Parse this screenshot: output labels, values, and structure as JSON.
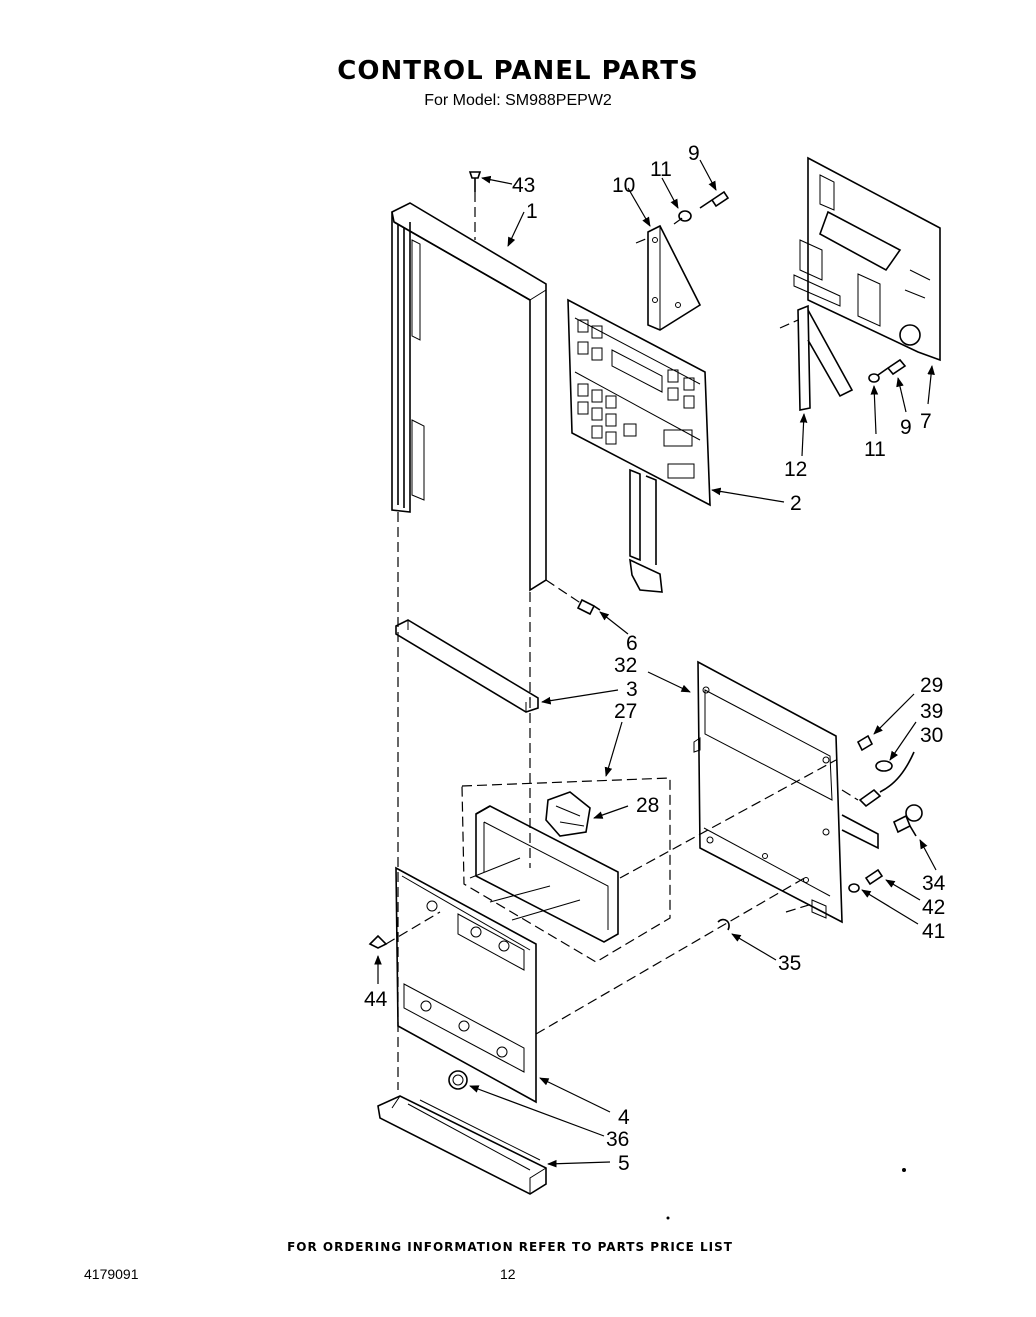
{
  "page": {
    "title": "CONTROL PANEL PARTS",
    "subtitle": "For Model: SM988PEPW2",
    "footer_note": "FOR ORDERING INFORMATION REFER TO PARTS PRICE LIST",
    "doc_number": "4179091",
    "page_number": "12"
  },
  "callouts": [
    {
      "id": "c43",
      "text": "43"
    },
    {
      "id": "c1",
      "text": "1"
    },
    {
      "id": "c11a",
      "text": "11"
    },
    {
      "id": "c9a",
      "text": "9"
    },
    {
      "id": "c10",
      "text": "10"
    },
    {
      "id": "c2",
      "text": "2"
    },
    {
      "id": "c12",
      "text": "12"
    },
    {
      "id": "c11b",
      "text": "11"
    },
    {
      "id": "c9b",
      "text": "9"
    },
    {
      "id": "c7",
      "text": "7"
    },
    {
      "id": "c6",
      "text": "6"
    },
    {
      "id": "c32",
      "text": "32"
    },
    {
      "id": "c3",
      "text": "3"
    },
    {
      "id": "c27",
      "text": "27"
    },
    {
      "id": "c29",
      "text": "29"
    },
    {
      "id": "c39",
      "text": "39"
    },
    {
      "id": "c30",
      "text": "30"
    },
    {
      "id": "c28",
      "text": "28"
    },
    {
      "id": "c34",
      "text": "34"
    },
    {
      "id": "c42",
      "text": "42"
    },
    {
      "id": "c41",
      "text": "41"
    },
    {
      "id": "c35",
      "text": "35"
    },
    {
      "id": "c44",
      "text": "44"
    },
    {
      "id": "c4",
      "text": "4"
    },
    {
      "id": "c36",
      "text": "36"
    },
    {
      "id": "c5",
      "text": "5"
    }
  ]
}
